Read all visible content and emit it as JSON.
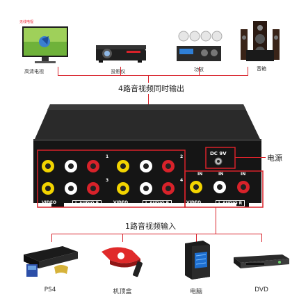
{
  "outputs": [
    {
      "id": "tv",
      "label": "高清电视",
      "icon": "hdtv-icon",
      "logo": "无线电视"
    },
    {
      "id": "projector",
      "label": "投影仪",
      "icon": "projector-icon"
    },
    {
      "id": "amp",
      "label": "功放",
      "icon": "amplifier-icon"
    },
    {
      "id": "speaker",
      "label": "音箱",
      "icon": "speaker-icon"
    }
  ],
  "output_caption": "4路音视频同时输出",
  "input_caption": "1路音视频输入",
  "power_caption": "电源",
  "device": {
    "dc_label": "DC 9V",
    "in_label": "IN",
    "video_label": "VIDEO",
    "audio_label": "L AUDIO R",
    "channel_numbers": [
      "1",
      "2",
      "3",
      "4"
    ]
  },
  "inputs": [
    {
      "id": "ps4",
      "label": "PS4",
      "icon": "ps4-icon"
    },
    {
      "id": "stb",
      "label": "机顶盒",
      "icon": "set-top-box-icon"
    },
    {
      "id": "pc",
      "label": "电脑",
      "icon": "pc-tower-icon"
    },
    {
      "id": "dvd",
      "label": "DVD",
      "icon": "dvd-player-icon"
    }
  ],
  "colors": {
    "wire": "#d8222a",
    "video_jack": "#f2d400",
    "audio_l": "#ffffff",
    "audio_r": "#d8222a",
    "device_body": "#1a1a1a"
  }
}
